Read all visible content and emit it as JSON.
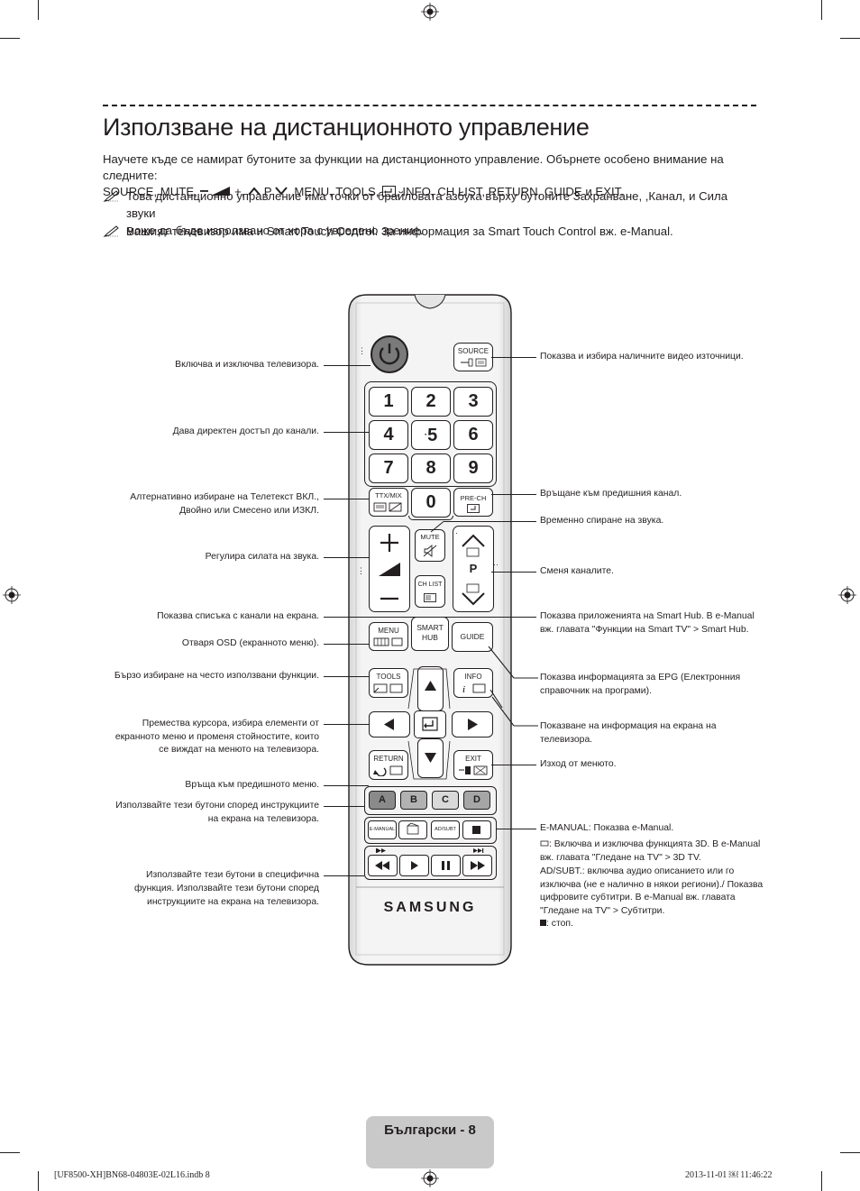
{
  "page": {
    "title": "Използване на дистанционното управление",
    "intro_line1": "Научете къде се намират бутоните за функции на дистанционното управление. Обърнете особено внимание на следните:",
    "intro_line2_a": "SOURCE, MUTE, ",
    "intro_line2_b": " +, ",
    "intro_line2_c": " P ",
    "intro_line2_d": ", MENU, TOOLS, ",
    "intro_line2_e": ", INFO, CH LIST, RETURN, GUIDE и EXIT.",
    "note1_line1": "Това дистанционно управление има точки от брайловата азбука върху бутоните Захранване, ,Канал, и Сила звуки",
    "note1_line2": "може да бъде използвано от хора с увредено зрение.",
    "note2": "Вашият телевизор има и Smart Touch Control. За информация за Smart Touch Control вж. e-Manual.",
    "footer": "Български - 8",
    "imprint_left": "[UF8500-XH]BN68-04803E-02L16.indb   8",
    "imprint_right": "2013-11-01   ￼ 11:46:22"
  },
  "left_labels": [
    "Включва и изключва телевизора.",
    "Дава директен достъп до канали.",
    "Алтернативно избиране на Телетекст ВКЛ.,",
    "Двойно или Смесено или ИЗКЛ.",
    "Регулира силата на звука.",
    "Показва списъка с канали на екрана.",
    "Отваря OSD (екранното меню).",
    "Бързо избиране на често използвани функции.",
    "Премества курсора, избира елементи от",
    "екранното меню и променя стойностите, които",
    "се виждат на менюто на телевизора.",
    "Връща към предишното меню.",
    "Използвайте тези бутони според инструкциите",
    "на екрана на телевизора.",
    "Използвайте тези бутони в специфична",
    "функция. Използвайте тези бутони според",
    "инструкциите на екрана на телевизора."
  ],
  "right_labels": {
    "source": "Показва и избира наличните видео източници.",
    "prech": "Връщане към предишния канал.",
    "mute": "Временно спиране на звука.",
    "channel": "Сменя каналите.",
    "smarthub_1a": "Показва приложенията на ",
    "smarthub_1b": "Smart Hub",
    "smarthub_1c": ". В e-Manual",
    "smarthub_2a": "вж. главата ",
    "smarthub_2b": "\"Функции на Smart TV\"",
    "smarthub_2c": " > ",
    "smarthub_2d": "Smart Hub",
    "smarthub_2e": ".",
    "guide_1a": "Показва информацията за ",
    "guide_1b": "EPG",
    "guide_1c": " (Електронния",
    "guide_2": "справочник на програми).",
    "info": "Показване на информация на екрана на телевизора.",
    "exit": "Изход от менюто.",
    "emanual_a": "E-MANUAL",
    "emanual_b": ": Показва ",
    "emanual_c": "e-Manual",
    "emanual_d": ".",
    "threed_1": ": Включва и изключва функцията 3D. В e-Manual",
    "threed_2a": "вж. главата ",
    "threed_2b": "\"Гледане на TV\"",
    "threed_2c": " > ",
    "threed_2d": "3D TV",
    "threed_2e": ".",
    "adsubt_a": "AD/SUBT.",
    "adsubt_b": ": включва аудио описанието или го",
    "adsubt_2": "изключва (не е налично в някои региони)./ Показва",
    "adsubt_3": "цифровите субтитри. В e-Manual вж. главата",
    "adsubt_4a": "\"Гледане на TV\"",
    "adsubt_4b": " > ",
    "adsubt_4c": "Субтитри",
    "adsubt_4d": ".",
    "stop": ": стоп."
  },
  "remote": {
    "source": "SOURCE",
    "digits": [
      "1",
      "2",
      "3",
      "4",
      "5",
      "6",
      "7",
      "8",
      "9",
      "0"
    ],
    "ttx": "TTX/MIX",
    "prech": "PRE-CH",
    "mute": "MUTE",
    "chlist": "CH LIST",
    "p": "P",
    "menu": "MENU",
    "smart": "SMART",
    "hub": "HUB",
    "guide": "GUIDE",
    "tools": "TOOLS",
    "info": "INFO",
    "return": "RETURN",
    "exit": "EXIT",
    "colors": [
      "A",
      "B",
      "C",
      "D"
    ],
    "emanual": "E-MANUAL",
    "adsubt": "AD/SUBT",
    "brand": "SAMSUNG"
  }
}
